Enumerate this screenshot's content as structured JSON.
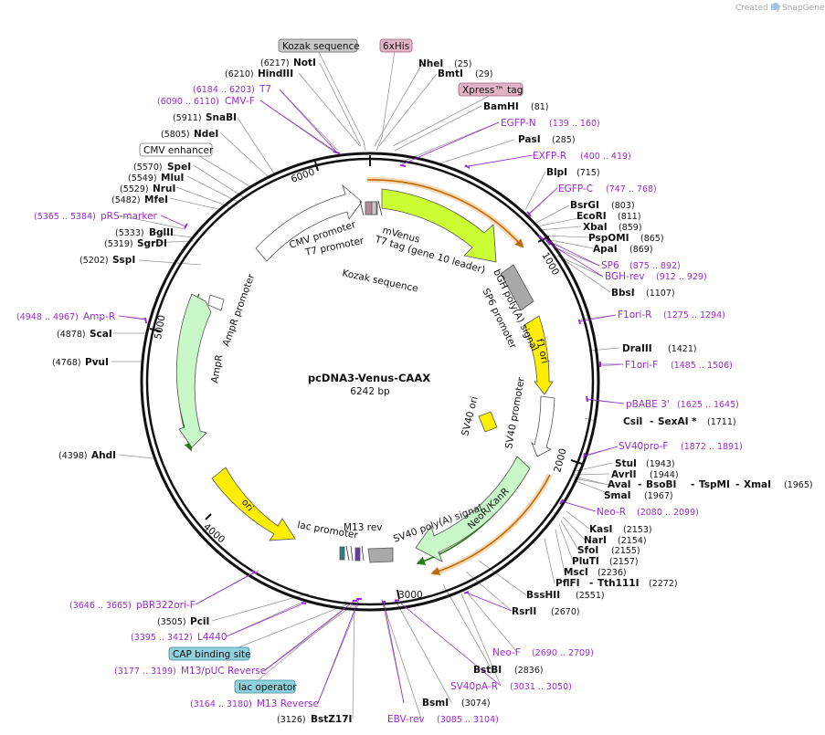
{
  "credit": {
    "text": "Created by",
    "brand": "SnapGene"
  },
  "plasmid": {
    "name": "pcDNA3-Venus-CAAX",
    "length_label": "6242 bp"
  },
  "ticks": [
    "1000",
    "2000",
    "3000",
    "4000",
    "5000",
    "6000"
  ],
  "boxed_labels": [
    {
      "text": "Kozak sequence",
      "fill": "#c8c8c8"
    },
    {
      "text": "6xHis",
      "fill": "#e0b4c6"
    },
    {
      "text": "Xpress™ tag",
      "fill": "#e0b4c6"
    },
    {
      "text": "CMV enhancer",
      "fill": "#ffffff"
    },
    {
      "text": "CAP binding site",
      "fill": "#8fd0dd"
    },
    {
      "text": "lac operator",
      "fill": "#8fd0dd"
    }
  ],
  "enzymes": [
    {
      "name": "NotI",
      "pos": "(6217)"
    },
    {
      "name": "HindIII",
      "pos": "(6210)"
    },
    {
      "name": "NheI",
      "pos": "(25)"
    },
    {
      "name": "BmtI",
      "pos": "(29)"
    },
    {
      "name": "BamHI",
      "pos": "(81)"
    },
    {
      "name": "SnaBI",
      "pos": "(5911)"
    },
    {
      "name": "NdeI",
      "pos": "(5805)"
    },
    {
      "name": "PasI",
      "pos": "(285)"
    },
    {
      "name": "BlpI",
      "pos": "(715)"
    },
    {
      "name": "SpeI",
      "pos": "(5570)"
    },
    {
      "name": "MluI",
      "pos": "(5549)"
    },
    {
      "name": "NruI",
      "pos": "(5529)"
    },
    {
      "name": "MfeI",
      "pos": "(5482)"
    },
    {
      "name": "BsrGI",
      "pos": "(803)"
    },
    {
      "name": "EcoRI",
      "pos": "(811)"
    },
    {
      "name": "XbaI",
      "pos": "(859)"
    },
    {
      "name": "PspOMI",
      "pos": "(865)"
    },
    {
      "name": "ApaI",
      "pos": "(869)"
    },
    {
      "name": "BglII",
      "pos": "(5333)"
    },
    {
      "name": "SgrDI",
      "pos": "(5319)"
    },
    {
      "name": "SspI",
      "pos": "(5202)"
    },
    {
      "name": "BbsI",
      "pos": "(1107)"
    },
    {
      "name": "ScaI",
      "pos": "(4878)"
    },
    {
      "name": "DraIII",
      "pos": "(1421)"
    },
    {
      "name": "PvuI",
      "pos": "(4768)"
    },
    {
      "name": "CsiI",
      "pos": ""
    },
    {
      "name": "SexAI *",
      "pos": "(1711)"
    },
    {
      "name": "AhdI",
      "pos": "(4398)"
    },
    {
      "name": "StuI",
      "pos": "(1943)"
    },
    {
      "name": "AvrII",
      "pos": "(1944)"
    },
    {
      "name": "AvaI",
      "pos": ""
    },
    {
      "name": "BsoBI",
      "pos": ""
    },
    {
      "name": "TspMI",
      "pos": ""
    },
    {
      "name": "XmaI",
      "pos": "(1965)"
    },
    {
      "name": "SmaI",
      "pos": "(1967)"
    },
    {
      "name": "KasI",
      "pos": "(2153)"
    },
    {
      "name": "NarI",
      "pos": "(2154)"
    },
    {
      "name": "SfoI",
      "pos": "(2155)"
    },
    {
      "name": "PluTI",
      "pos": "(2157)"
    },
    {
      "name": "MscI",
      "pos": "(2236)"
    },
    {
      "name": "PflFI",
      "pos": ""
    },
    {
      "name": "Tth111I",
      "pos": "(2272)"
    },
    {
      "name": "PciI",
      "pos": "(3505)"
    },
    {
      "name": "BssHII",
      "pos": "(2551)"
    },
    {
      "name": "RsrII",
      "pos": "(2670)"
    },
    {
      "name": "BstBI",
      "pos": "(2836)"
    },
    {
      "name": "BsmI",
      "pos": "(3074)"
    },
    {
      "name": "BstZ17I",
      "pos": "(3126)"
    }
  ],
  "primers": [
    {
      "name": "T7",
      "pos": "(6184 .. 6203)"
    },
    {
      "name": "CMV-F",
      "pos": "(6090 .. 6110)"
    },
    {
      "name": "EGFP-N",
      "pos": "(139 .. 160)"
    },
    {
      "name": "EXFP-R",
      "pos": "(400 .. 419)"
    },
    {
      "name": "EGFP-C",
      "pos": "(747 .. 768)"
    },
    {
      "name": "pRS-marker",
      "pos": "(5365 .. 5384)"
    },
    {
      "name": "SP6",
      "pos": "(875 .. 892)"
    },
    {
      "name": "BGH-rev",
      "pos": "(912 .. 929)"
    },
    {
      "name": "Amp-R",
      "pos": "(4948 .. 4967)"
    },
    {
      "name": "F1ori-R",
      "pos": "(1275 .. 1294)"
    },
    {
      "name": "F1ori-F",
      "pos": "(1485 .. 1506)"
    },
    {
      "name": "pBABE 3'",
      "pos": "(1625 .. 1645)"
    },
    {
      "name": "SV40pro-F",
      "pos": "(1872 .. 1891)"
    },
    {
      "name": "Neo-R",
      "pos": "(2080 .. 2099)"
    },
    {
      "name": "pBR322ori-F",
      "pos": "(3646 .. 3665)"
    },
    {
      "name": "L4440",
      "pos": "(3395 .. 3412)"
    },
    {
      "name": "M13/pUC Reverse",
      "pos": "(3177 .. 3199)"
    },
    {
      "name": "M13 Reverse",
      "pos": "(3164 .. 3180)"
    },
    {
      "name": "Neo-F",
      "pos": "(2690 .. 2709)"
    },
    {
      "name": "SV40pA-R",
      "pos": "(3031 .. 3050)"
    },
    {
      "name": "EBV-rev",
      "pos": "(3085 .. 3104)"
    }
  ],
  "features": [
    {
      "name": "mVenus",
      "color": "#ccff33"
    },
    {
      "name": "CMV promoter",
      "color": "#ffffff"
    },
    {
      "name": "T7 promoter",
      "color": "#ffffff"
    },
    {
      "name": "T7 tag (gene 10 leader)",
      "color": "#ffffff"
    },
    {
      "name": "Kozak sequence",
      "color": "#c8c8c8"
    },
    {
      "name": "bGH poly(A) signal",
      "color": "#a9a9a9"
    },
    {
      "name": "SP6 promoter",
      "color": "#ffffff"
    },
    {
      "name": "f1 ori",
      "color": "#ffee00"
    },
    {
      "name": "SV40 promoter",
      "color": "#ffffff"
    },
    {
      "name": "SV40 ori",
      "color": "#ffee00"
    },
    {
      "name": "NeoR/KanR",
      "color": "#c8f7c8"
    },
    {
      "name": "SV40 poly(A) signal",
      "color": "#a9a9a9"
    },
    {
      "name": "M13 rev",
      "color": "#ffffff"
    },
    {
      "name": "lac promoter",
      "color": "#ffffff"
    },
    {
      "name": "ori",
      "color": "#ffee00"
    },
    {
      "name": "AmpR",
      "color": "#c8f7c8"
    },
    {
      "name": "AmpR promoter",
      "color": "#ffffff"
    }
  ],
  "colors": {
    "primer": "#9b2bd6",
    "backbone": "#111111",
    "orf_arc": "#e8a04a"
  }
}
